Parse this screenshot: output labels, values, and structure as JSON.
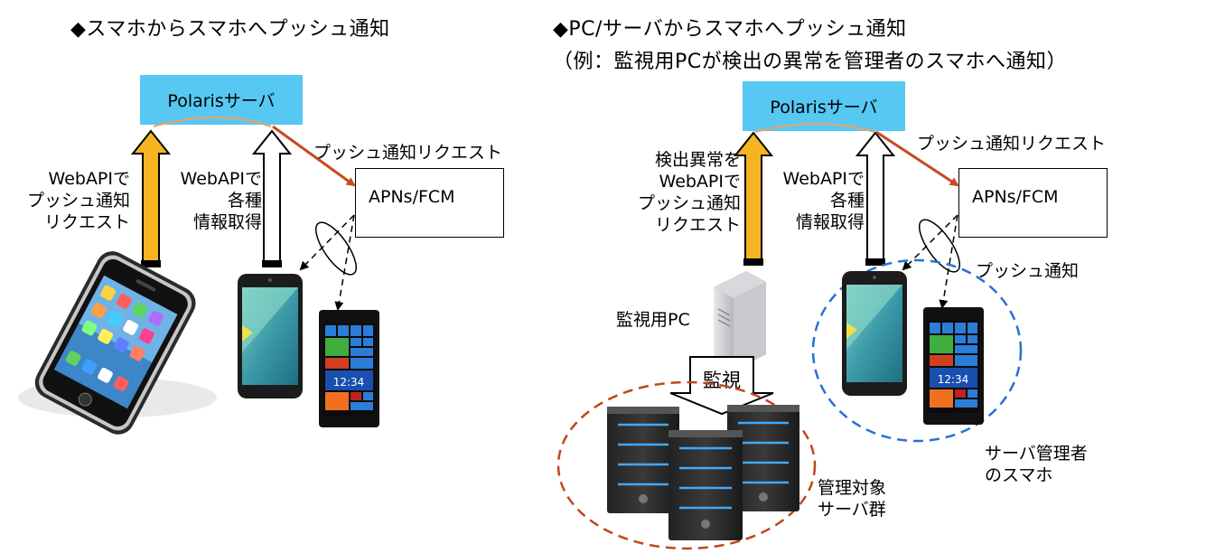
{
  "left": {
    "title": "◆スマホからスマホへプッシュ通知",
    "server_label": "Polarisサーバ",
    "service_label": "APNs/FCM",
    "push_request_label": "プッシュ通知リクエスト",
    "webapi_push_lines": [
      "WebAPIで",
      "プッシュ通知",
      "リクエスト"
    ],
    "webapi_info_lines": [
      "WebAPIで",
      "各種",
      "情報取得"
    ]
  },
  "right": {
    "title_line1": "◆PC/サーバからスマホへプッシュ通知",
    "title_line2": "（例：監視用PCが検出の異常を管理者のスマホへ通知）",
    "server_label": "Polarisサーバ",
    "service_label": "APNs/FCM",
    "push_request_label": "プッシュ通知リクエスト",
    "anomaly_lines": [
      "検出異常を",
      "WebAPIで",
      "プッシュ通知",
      "リクエスト"
    ],
    "webapi_info_lines": [
      "WebAPIで",
      "各種",
      "情報取得"
    ],
    "push_label": "プッシュ通知",
    "monitor_pc_label": "監視用PC",
    "monitor_label": "監視",
    "managed_servers_lines": [
      "管理対象",
      "サーバ群"
    ],
    "admin_phone_lines": [
      "サーバ管理者",
      "のスマホ"
    ]
  },
  "phone_clock": "12:34",
  "colors": {
    "server_box": "#56c8f2",
    "push_arrow": "#c84a1e",
    "webapi_arrow": "#f5b523",
    "server_group_ring": "#c0461c",
    "admin_ring": "#2a6fd6",
    "connector_line": "#f0a060"
  }
}
